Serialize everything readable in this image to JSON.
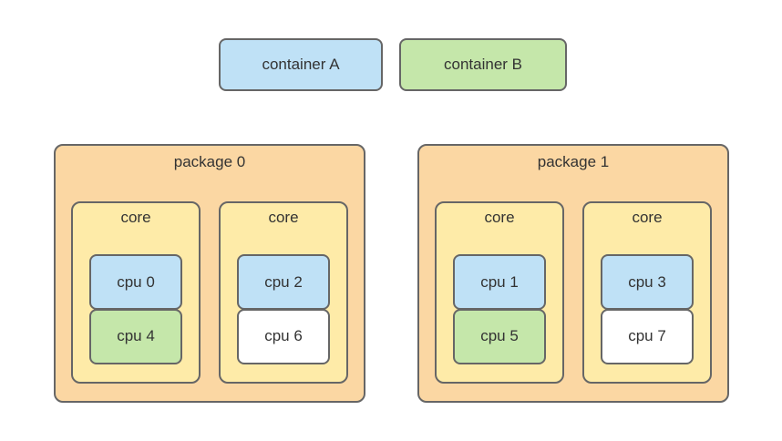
{
  "diagram": {
    "containers": [
      {
        "label": "container A",
        "fill": "#BFE1F6"
      },
      {
        "label": "container B",
        "fill": "#C5E7AA"
      }
    ],
    "packages": [
      {
        "label": "package 0",
        "cores": [
          {
            "label": "core",
            "cpus": [
              {
                "label": "cpu 0",
                "fill": "#BFE1F6",
                "container": "container A"
              },
              {
                "label": "cpu 4",
                "fill": "#C5E7AA",
                "container": "container B"
              }
            ]
          },
          {
            "label": "core",
            "cpus": [
              {
                "label": "cpu 2",
                "fill": "#BFE1F6",
                "container": "container A"
              },
              {
                "label": "cpu 6",
                "fill": "#FFFFFF",
                "container": null
              }
            ]
          }
        ]
      },
      {
        "label": "package 1",
        "cores": [
          {
            "label": "core",
            "cpus": [
              {
                "label": "cpu 1",
                "fill": "#BFE1F6",
                "container": "container A"
              },
              {
                "label": "cpu 5",
                "fill": "#C5E7AA",
                "container": "container B"
              }
            ]
          },
          {
            "label": "core",
            "cpus": [
              {
                "label": "cpu 3",
                "fill": "#BFE1F6",
                "container": "container A"
              },
              {
                "label": "cpu 7",
                "fill": "#FFFFFF",
                "container": null
              }
            ]
          }
        ]
      }
    ],
    "colors": {
      "container_a_blue": "#BFE1F6",
      "container_b_green": "#C5E7AA",
      "package_orange": "#FBD7A3",
      "core_yellow": "#FEEBA8",
      "unassigned_white": "#FFFFFF",
      "border_gray": "#666666",
      "text_dark": "#333333",
      "background": "#FFFFFF"
    }
  }
}
